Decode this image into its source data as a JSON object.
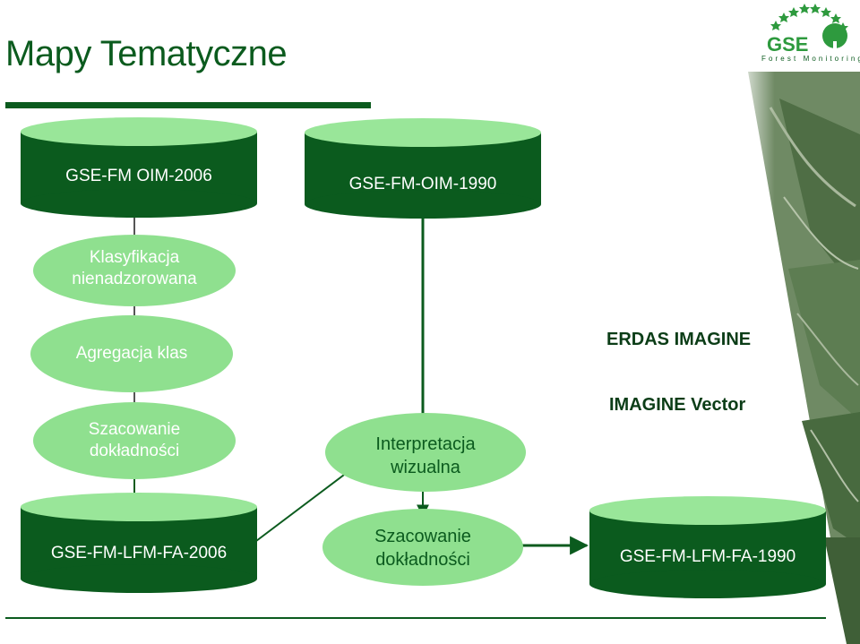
{
  "title": "Mapy Tematyczne",
  "logo": {
    "mark": "GSE",
    "subtitle": "Forest Monitoring"
  },
  "colors": {
    "dark_green": "#0b5b1e",
    "light_green": "#99e699",
    "ellipse_green": "#8fe08f",
    "white": "#ffffff"
  },
  "nodes": {
    "db_oim_2006": "GSE-FM OIM-2006",
    "db_oim_1990": "GSE-FM-OIM-1990",
    "klasyfikacja": [
      "Klasyfikacja",
      "nienadzorowana"
    ],
    "agregacja": "Agregacja klas",
    "szacowanie_left": [
      "Szacowanie",
      "dokładności"
    ],
    "interpretacja": [
      "Interpretacja",
      "wizualna"
    ],
    "db_lfm_2006": "GSE-FM-LFM-FA-2006",
    "szacowanie_bottom": [
      "Szacowanie",
      "dokładności"
    ],
    "db_lfm_1990": "GSE-FM-LFM-FA-1990"
  },
  "tools": {
    "erdas": "ERDAS IMAGINE",
    "vector": "IMAGINE Vector"
  }
}
